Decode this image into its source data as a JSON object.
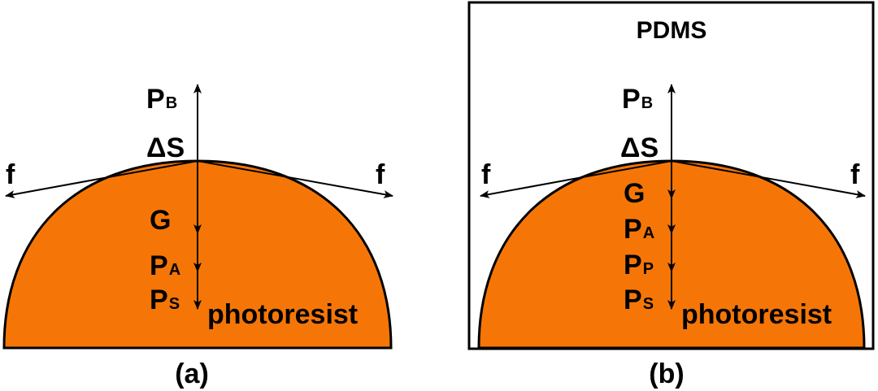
{
  "colors": {
    "photoresist_fill": "#F57607",
    "stroke": "#000000",
    "background": "#FFFFFF"
  },
  "panel_a": {
    "caption": "(a)",
    "material_label": "photoresist",
    "force_up": {
      "main": "P",
      "sub": "B"
    },
    "surface_label": "ΔS",
    "tension_left": "f",
    "tension_right": "f",
    "forces_down": [
      {
        "main": "G",
        "sub": ""
      },
      {
        "main": "P",
        "sub": "A"
      },
      {
        "main": "P",
        "sub": "S"
      }
    ]
  },
  "panel_b": {
    "caption": "(b)",
    "box_label": "PDMS",
    "material_label": "photoresist",
    "force_up": {
      "main": "P",
      "sub": "B"
    },
    "surface_label": "ΔS",
    "tension_left": "f",
    "tension_right": "f",
    "forces_down": [
      {
        "main": "G",
        "sub": ""
      },
      {
        "main": "P",
        "sub": "A"
      },
      {
        "main": "P",
        "sub": "P"
      },
      {
        "main": "P",
        "sub": "S"
      }
    ]
  }
}
